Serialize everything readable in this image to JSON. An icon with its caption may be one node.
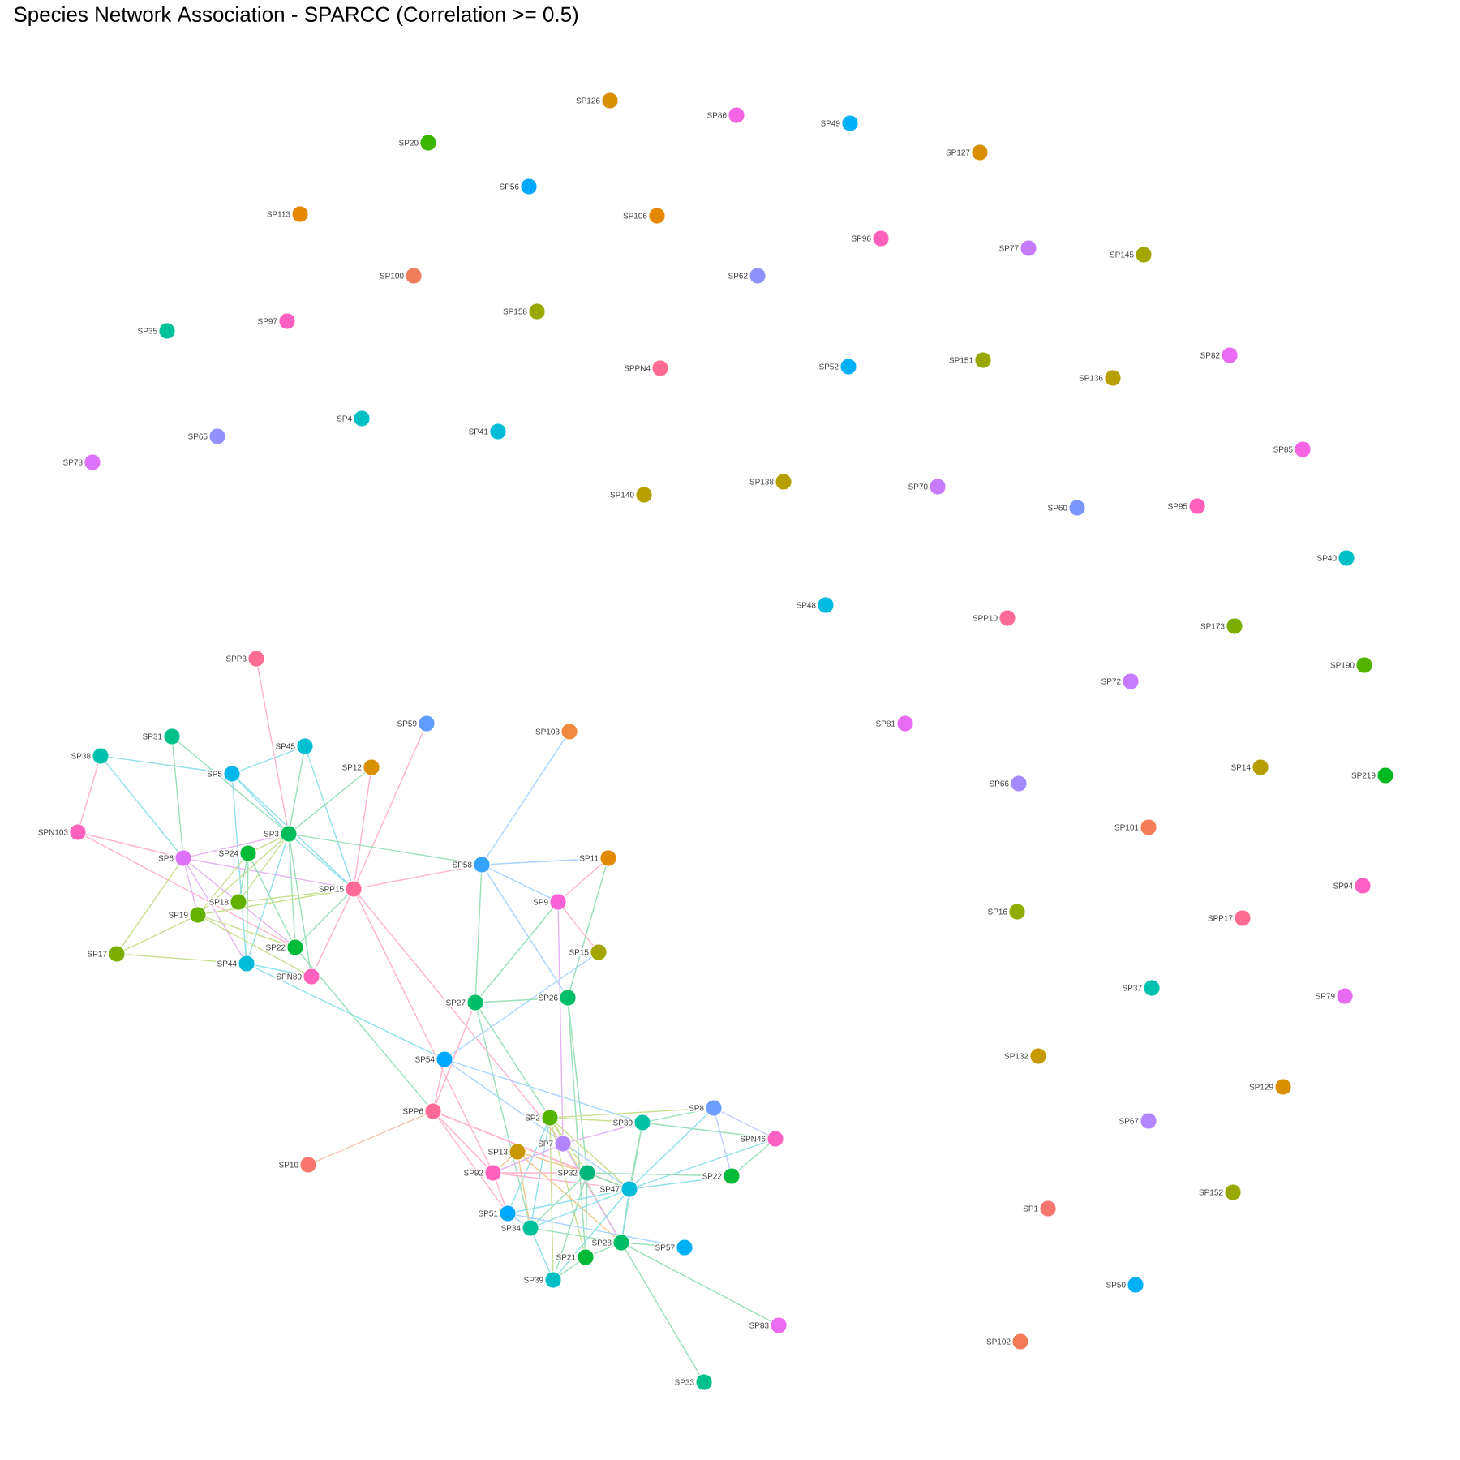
{
  "diagram": {
    "title": "Species Network Association - SPARCC (Correlation >= 0.5)",
    "nodes": [
      {
        "text": [
          "SP126"
        ]
      },
      {
        "text": [
          "SP86"
        ]
      },
      {
        "text": [
          "SP49"
        ]
      },
      {
        "text": [
          "SP20"
        ]
      },
      {
        "text": [
          "SP127"
        ]
      },
      {
        "text": [
          "SP56"
        ]
      },
      {
        "text": [
          "SP113"
        ]
      },
      {
        "text": [
          "SP106"
        ]
      },
      {
        "text": [
          "SP96"
        ]
      },
      {
        "text": [
          "SP77"
        ]
      },
      {
        "text": [
          "SP145"
        ]
      },
      {
        "text": [
          "SP100"
        ]
      },
      {
        "text": [
          "SP62"
        ]
      },
      {
        "text": [
          "SP158"
        ]
      },
      {
        "text": [
          "SP35"
        ]
      },
      {
        "text": [
          "SP97"
        ]
      },
      {
        "text": [
          "SP82"
        ]
      },
      {
        "text": [
          "SPPN4"
        ]
      },
      {
        "text": [
          "SP52"
        ]
      },
      {
        "text": [
          "SP151"
        ]
      },
      {
        "text": [
          "SP136"
        ]
      },
      {
        "text": [
          "SP4"
        ]
      },
      {
        "text": [
          "SP65"
        ]
      },
      {
        "text": [
          "SP41"
        ]
      },
      {
        "text": [
          "SP85"
        ]
      },
      {
        "text": [
          "SP78"
        ]
      },
      {
        "text": [
          "SP140"
        ]
      },
      {
        "text": [
          "SP138"
        ]
      },
      {
        "text": [
          "SP70"
        ]
      },
      {
        "text": [
          "SP60"
        ]
      },
      {
        "text": [
          "SP95"
        ]
      },
      {
        "text": [
          "SP40"
        ]
      },
      {
        "text": [
          "SP48"
        ]
      },
      {
        "text": [
          "SPP10"
        ]
      },
      {
        "text": [
          "SP173"
        ]
      },
      {
        "text": [
          "SP190"
        ]
      },
      {
        "text": [
          "SP72"
        ]
      },
      {
        "text": [
          "SP81"
        ]
      },
      {
        "text": [
          "SP66"
        ]
      },
      {
        "text": [
          "SP14"
        ]
      },
      {
        "text": [
          "SP219"
        ]
      },
      {
        "text": [
          "SP101"
        ]
      },
      {
        "text": [
          "SP94"
        ]
      },
      {
        "text": [
          "SP16"
        ]
      },
      {
        "text": [
          "SPP17"
        ]
      },
      {
        "text": [
          "SP37"
        ]
      },
      {
        "text": [
          "SP79"
        ]
      },
      {
        "text": [
          "SP132"
        ]
      },
      {
        "text": [
          "SP129"
        ]
      },
      {
        "text": [
          "SP67"
        ]
      },
      {
        "text": [
          "SP152"
        ]
      },
      {
        "text": [
          "SP1"
        ]
      },
      {
        "text": [
          "SP50"
        ]
      },
      {
        "text": [
          "SP102"
        ]
      },
      {
        "text": [
          "SPP3"
        ]
      },
      {
        "text": [
          "SP59"
        ]
      },
      {
        "text": [
          "SP103"
        ]
      },
      {
        "text": [
          "SP38"
        ]
      },
      {
        "text": [
          "SP31"
        ]
      },
      {
        "text": [
          "SP45"
        ]
      },
      {
        "text": [
          "SP12"
        ]
      },
      {
        "text": [
          "SP5"
        ]
      },
      {
        "text": [
          "SPN103"
        ]
      },
      {
        "text": [
          "SP3"
        ]
      },
      {
        "text": [
          "SP6"
        ]
      },
      {
        "text": [
          "SP24"
        ]
      },
      {
        "text": [
          "SPP15"
        ]
      },
      {
        "text": [
          "SP58"
        ]
      },
      {
        "text": [
          "SP11"
        ]
      },
      {
        "text": [
          "SP9"
        ]
      },
      {
        "text": [
          "SP18"
        ]
      },
      {
        "text": [
          "SP19"
        ]
      },
      {
        "text": [
          "SP17"
        ]
      },
      {
        "text": [
          "SP22"
        ]
      },
      {
        "text": [
          "SP44"
        ]
      },
      {
        "text": [
          "SPN80"
        ]
      },
      {
        "text": [
          "SP15"
        ]
      },
      {
        "text": [
          "SP27"
        ]
      },
      {
        "text": [
          "SP26"
        ]
      },
      {
        "text": [
          "SP54"
        ]
      },
      {
        "text": [
          "SPP6"
        ]
      },
      {
        "text": [
          "SP2"
        ]
      },
      {
        "text": [
          "SP30"
        ]
      },
      {
        "text": [
          "SP8"
        ]
      },
      {
        "text": [
          "SPN46"
        ]
      },
      {
        "text": [
          "SP13"
        ]
      },
      {
        "text": [
          "SP7"
        ]
      },
      {
        "text": [
          "SP92"
        ]
      },
      {
        "text": [
          "SP32"
        ]
      },
      {
        "text": [
          "SP22"
        ]
      },
      {
        "text": [
          "SP47"
        ]
      },
      {
        "text": [
          "SP51"
        ]
      },
      {
        "text": [
          "SP34"
        ]
      },
      {
        "text": [
          "SP28"
        ]
      },
      {
        "text": [
          "SP21"
        ]
      },
      {
        "text": [
          "SP57"
        ]
      },
      {
        "text": [
          "SP39"
        ]
      },
      {
        "text": [
          "SP10"
        ]
      },
      {
        "text": [
          "SP83"
        ]
      },
      {
        "text": [
          "SP33"
        ]
      }
    ],
    "edges": [
      {
        "from": 54,
        "to": 63,
        "arrow": "none",
        "color": "#ffb3cc"
      },
      {
        "from": 57,
        "to": 62,
        "arrow": "none",
        "color": "#ffb3cc"
      },
      {
        "from": 57,
        "to": 61,
        "arrow": "none",
        "color": "#8fe0ea"
      },
      {
        "from": 57,
        "to": 64,
        "arrow": "none",
        "color": "#8fe0ea"
      },
      {
        "from": 58,
        "to": 64,
        "arrow": "none",
        "color": "#99e0b8"
      },
      {
        "from": 58,
        "to": 63,
        "arrow": "none",
        "color": "#99e0b8"
      },
      {
        "from": 59,
        "to": 61,
        "arrow": "none",
        "color": "#8fe0ea"
      },
      {
        "from": 59,
        "to": 63,
        "arrow": "none",
        "color": "#99e0b8"
      },
      {
        "from": 59,
        "to": 66,
        "arrow": "none",
        "color": "#8fe0ea"
      },
      {
        "from": 60,
        "to": 63,
        "arrow": "none",
        "color": "#99e0b8"
      },
      {
        "from": 60,
        "to": 66,
        "arrow": "none",
        "color": "#ffb3cc"
      },
      {
        "from": 55,
        "to": 66,
        "arrow": "none",
        "color": "#ffb3cc"
      },
      {
        "from": 61,
        "to": 63,
        "arrow": "none",
        "color": "#8fe0ea"
      },
      {
        "from": 61,
        "to": 66,
        "arrow": "none",
        "color": "#8fe0ea"
      },
      {
        "from": 61,
        "to": 74,
        "arrow": "none",
        "color": "#8fe0ea"
      },
      {
        "from": 62,
        "to": 64,
        "arrow": "none",
        "color": "#ffb3cc"
      },
      {
        "from": 62,
        "to": 73,
        "arrow": "none",
        "color": "#ffb3cc"
      },
      {
        "from": 63,
        "to": 67,
        "arrow": "none",
        "color": "#99e0b8"
      },
      {
        "from": 63,
        "to": 64,
        "arrow": "none",
        "color": "#e5b3f5"
      },
      {
        "from": 63,
        "to": 65,
        "arrow": "none",
        "color": "#c8df8f"
      },
      {
        "from": 63,
        "to": 70,
        "arrow": "none",
        "color": "#c8df8f"
      },
      {
        "from": 63,
        "to": 71,
        "arrow": "none",
        "color": "#c8df8f"
      },
      {
        "from": 63,
        "to": 73,
        "arrow": "none",
        "color": "#99e0b8"
      },
      {
        "from": 63,
        "to": 74,
        "arrow": "none",
        "color": "#8fe0ea"
      },
      {
        "from": 63,
        "to": 75,
        "arrow": "none",
        "color": "#99e0b8"
      },
      {
        "from": 63,
        "to": 66,
        "arrow": "none",
        "color": "#8fe0ea"
      },
      {
        "from": 64,
        "to": 66,
        "arrow": "none",
        "color": "#e5b3f5"
      },
      {
        "from": 64,
        "to": 71,
        "arrow": "none",
        "color": "#e5b3f5"
      },
      {
        "from": 64,
        "to": 74,
        "arrow": "none",
        "color": "#e5b3f5"
      },
      {
        "from": 64,
        "to": 72,
        "arrow": "none",
        "color": "#c8df8f"
      },
      {
        "from": 64,
        "to": 73,
        "arrow": "none",
        "color": "#e5b3f5"
      },
      {
        "from": 65,
        "to": 71,
        "arrow": "none",
        "color": "#c8df8f"
      },
      {
        "from": 65,
        "to": 74,
        "arrow": "none",
        "color": "#99e0b8"
      },
      {
        "from": 65,
        "to": 73,
        "arrow": "none",
        "color": "#99e0b8"
      },
      {
        "from": 65,
        "to": 70,
        "arrow": "none",
        "color": "#99e0b8"
      },
      {
        "from": 70,
        "to": 66,
        "arrow": "none",
        "color": "#c8df8f"
      },
      {
        "from": 71,
        "to": 66,
        "arrow": "none",
        "color": "#c8df8f"
      },
      {
        "from": 71,
        "to": 72,
        "arrow": "none",
        "color": "#c8df8f"
      },
      {
        "from": 71,
        "to": 73,
        "arrow": "none",
        "color": "#c8df8f"
      },
      {
        "from": 71,
        "to": 75,
        "arrow": "none",
        "color": "#c8df8f"
      },
      {
        "from": 72,
        "to": 74,
        "arrow": "none",
        "color": "#c8df8f"
      },
      {
        "from": 73,
        "to": 66,
        "arrow": "none",
        "color": "#99e0b8"
      },
      {
        "from": 74,
        "to": 75,
        "arrow": "none",
        "color": "#8fe0ea"
      },
      {
        "from": 74,
        "to": 79,
        "arrow": "none",
        "color": "#8fe0ea"
      },
      {
        "from": 75,
        "to": 66,
        "arrow": "none",
        "color": "#ffb3cc"
      },
      {
        "from": 66,
        "to": 67,
        "arrow": "none",
        "color": "#ffb3cc"
      },
      {
        "from": 66,
        "to": 87,
        "arrow": "none",
        "color": "#ffb3cc"
      },
      {
        "from": 66,
        "to": 86,
        "arrow": "none",
        "color": "#ffb3cc"
      },
      {
        "from": 73,
        "to": 80,
        "arrow": "none",
        "color": "#99e0b8"
      },
      {
        "from": 67,
        "to": 56,
        "arrow": "none",
        "color": "#a8d4ff"
      },
      {
        "from": 67,
        "to": 68,
        "arrow": "none",
        "color": "#a8d4ff"
      },
      {
        "from": 67,
        "to": 69,
        "arrow": "none",
        "color": "#a8d4ff"
      },
      {
        "from": 67,
        "to": 77,
        "arrow": "none",
        "color": "#99e0b8"
      },
      {
        "from": 67,
        "to": 78,
        "arrow": "none",
        "color": "#a8d4ff"
      },
      {
        "from": 69,
        "to": 68,
        "arrow": "none",
        "color": "#ffb3cc"
      },
      {
        "from": 69,
        "to": 76,
        "arrow": "none",
        "color": "#ffb3cc"
      },
      {
        "from": 69,
        "to": 86,
        "arrow": "none",
        "color": "#e5b3f5"
      },
      {
        "from": 69,
        "to": 77,
        "arrow": "none",
        "color": "#99e0b8"
      },
      {
        "from": 68,
        "to": 78,
        "arrow": "none",
        "color": "#99e0b8"
      },
      {
        "from": 76,
        "to": 79,
        "arrow": "none",
        "color": "#a8d4ff"
      },
      {
        "from": 77,
        "to": 78,
        "arrow": "none",
        "color": "#99e0b8"
      },
      {
        "from": 77,
        "to": 80,
        "arrow": "none",
        "color": "#ffb3cc"
      },
      {
        "from": 77,
        "to": 81,
        "arrow": "none",
        "color": "#99e0b8"
      },
      {
        "from": 77,
        "to": 92,
        "arrow": "none",
        "color": "#99e0b8"
      },
      {
        "from": 78,
        "to": 88,
        "arrow": "none",
        "color": "#99e0b8"
      },
      {
        "from": 78,
        "to": 94,
        "arrow": "none",
        "color": "#99e0b8"
      },
      {
        "from": 79,
        "to": 80,
        "arrow": "none",
        "color": "#ffb3cc"
      },
      {
        "from": 79,
        "to": 82,
        "arrow": "none",
        "color": "#a8d4ff"
      },
      {
        "from": 79,
        "to": 90,
        "arrow": "none",
        "color": "#a8d4ff"
      },
      {
        "from": 80,
        "to": 97,
        "arrow": "none",
        "color": "#f5c4b0"
      },
      {
        "from": 80,
        "to": 88,
        "arrow": "none",
        "color": "#ffb3cc"
      },
      {
        "from": 80,
        "to": 90,
        "arrow": "none",
        "color": "#ffb3cc"
      },
      {
        "from": 80,
        "to": 87,
        "arrow": "none",
        "color": "#ffb3cc"
      },
      {
        "from": 80,
        "to": 91,
        "arrow": "none",
        "color": "#ffb3cc"
      },
      {
        "from": 81,
        "to": 83,
        "arrow": "none",
        "color": "#c8df8f"
      },
      {
        "from": 81,
        "to": 82,
        "arrow": "none",
        "color": "#c8df8f"
      },
      {
        "from": 81,
        "to": 88,
        "arrow": "none",
        "color": "#c8df8f"
      },
      {
        "from": 81,
        "to": 90,
        "arrow": "none",
        "color": "#c8df8f"
      },
      {
        "from": 81,
        "to": 91,
        "arrow": "none",
        "color": "#8fe0ea"
      },
      {
        "from": 81,
        "to": 92,
        "arrow": "none",
        "color": "#8fe0ea"
      },
      {
        "from": 81,
        "to": 94,
        "arrow": "none",
        "color": "#c8df8f"
      },
      {
        "from": 81,
        "to": 93,
        "arrow": "none",
        "color": "#c8df8f"
      },
      {
        "from": 81,
        "to": 96,
        "arrow": "none",
        "color": "#c8df8f"
      },
      {
        "from": 82,
        "to": 83,
        "arrow": "none",
        "color": "#99e0b8"
      },
      {
        "from": 82,
        "to": 84,
        "arrow": "none",
        "color": "#99e0b8"
      },
      {
        "from": 82,
        "to": 90,
        "arrow": "none",
        "color": "#99e0b8"
      },
      {
        "from": 82,
        "to": 93,
        "arrow": "none",
        "color": "#99e0b8"
      },
      {
        "from": 82,
        "to": 86,
        "arrow": "none",
        "color": "#e5b3f5"
      },
      {
        "from": 83,
        "to": 84,
        "arrow": "none",
        "color": "#c4ccff"
      },
      {
        "from": 83,
        "to": 89,
        "arrow": "none",
        "color": "#c4ccff"
      },
      {
        "from": 83,
        "to": 90,
        "arrow": "none",
        "color": "#8fe0ea"
      },
      {
        "from": 84,
        "to": 89,
        "arrow": "none",
        "color": "#99e0b8"
      },
      {
        "from": 84,
        "to": 90,
        "arrow": "none",
        "color": "#8fe0ea"
      },
      {
        "from": 85,
        "to": 87,
        "arrow": "none",
        "color": "#f0c890"
      },
      {
        "from": 85,
        "to": 88,
        "arrow": "none",
        "color": "#f0c890"
      },
      {
        "from": 85,
        "to": 93,
        "arrow": "none",
        "color": "#f0c890"
      },
      {
        "from": 85,
        "to": 92,
        "arrow": "none",
        "color": "#f0c890"
      },
      {
        "from": 86,
        "to": 87,
        "arrow": "none",
        "color": "#e5b3f5"
      },
      {
        "from": 86,
        "to": 93,
        "arrow": "none",
        "color": "#e5b3f5"
      },
      {
        "from": 87,
        "to": 88,
        "arrow": "none",
        "color": "#ffb3cc"
      },
      {
        "from": 87,
        "to": 90,
        "arrow": "none",
        "color": "#ffb3cc"
      },
      {
        "from": 87,
        "to": 91,
        "arrow": "none",
        "color": "#ffb3cc"
      },
      {
        "from": 88,
        "to": 89,
        "arrow": "none",
        "color": "#99e0b8"
      },
      {
        "from": 88,
        "to": 90,
        "arrow": "none",
        "color": "#99e0b8"
      },
      {
        "from": 88,
        "to": 92,
        "arrow": "none",
        "color": "#99e0b8"
      },
      {
        "from": 88,
        "to": 96,
        "arrow": "none",
        "color": "#99e0b8"
      },
      {
        "from": 88,
        "to": 94,
        "arrow": "none",
        "color": "#99e0b8"
      },
      {
        "from": 90,
        "to": 89,
        "arrow": "none",
        "color": "#8fe0ea"
      },
      {
        "from": 90,
        "to": 91,
        "arrow": "none",
        "color": "#8fe0ea"
      },
      {
        "from": 90,
        "to": 92,
        "arrow": "none",
        "color": "#8fe0ea"
      },
      {
        "from": 90,
        "to": 93,
        "arrow": "none",
        "color": "#8fe0ea"
      },
      {
        "from": 90,
        "to": 96,
        "arrow": "none",
        "color": "#8fe0ea"
      },
      {
        "from": 91,
        "to": 95,
        "arrow": "none",
        "color": "#a8d4ff"
      },
      {
        "from": 91,
        "to": 92,
        "arrow": "none",
        "color": "#a8d4ff"
      },
      {
        "from": 92,
        "to": 93,
        "arrow": "none",
        "color": "#99e0b8"
      },
      {
        "from": 92,
        "to": 96,
        "arrow": "none",
        "color": "#8fe0ea"
      },
      {
        "from": 93,
        "to": 94,
        "arrow": "none",
        "color": "#99e0b8"
      },
      {
        "from": 93,
        "to": 98,
        "arrow": "none",
        "color": "#99e0b8"
      },
      {
        "from": 93,
        "to": 99,
        "arrow": "none",
        "color": "#99e0b8"
      },
      {
        "from": 93,
        "to": 95,
        "arrow": "none",
        "color": "#99e0b8"
      },
      {
        "from": 94,
        "to": 96,
        "arrow": "none",
        "color": "#99e0b8"
      }
    ]
  }
}
